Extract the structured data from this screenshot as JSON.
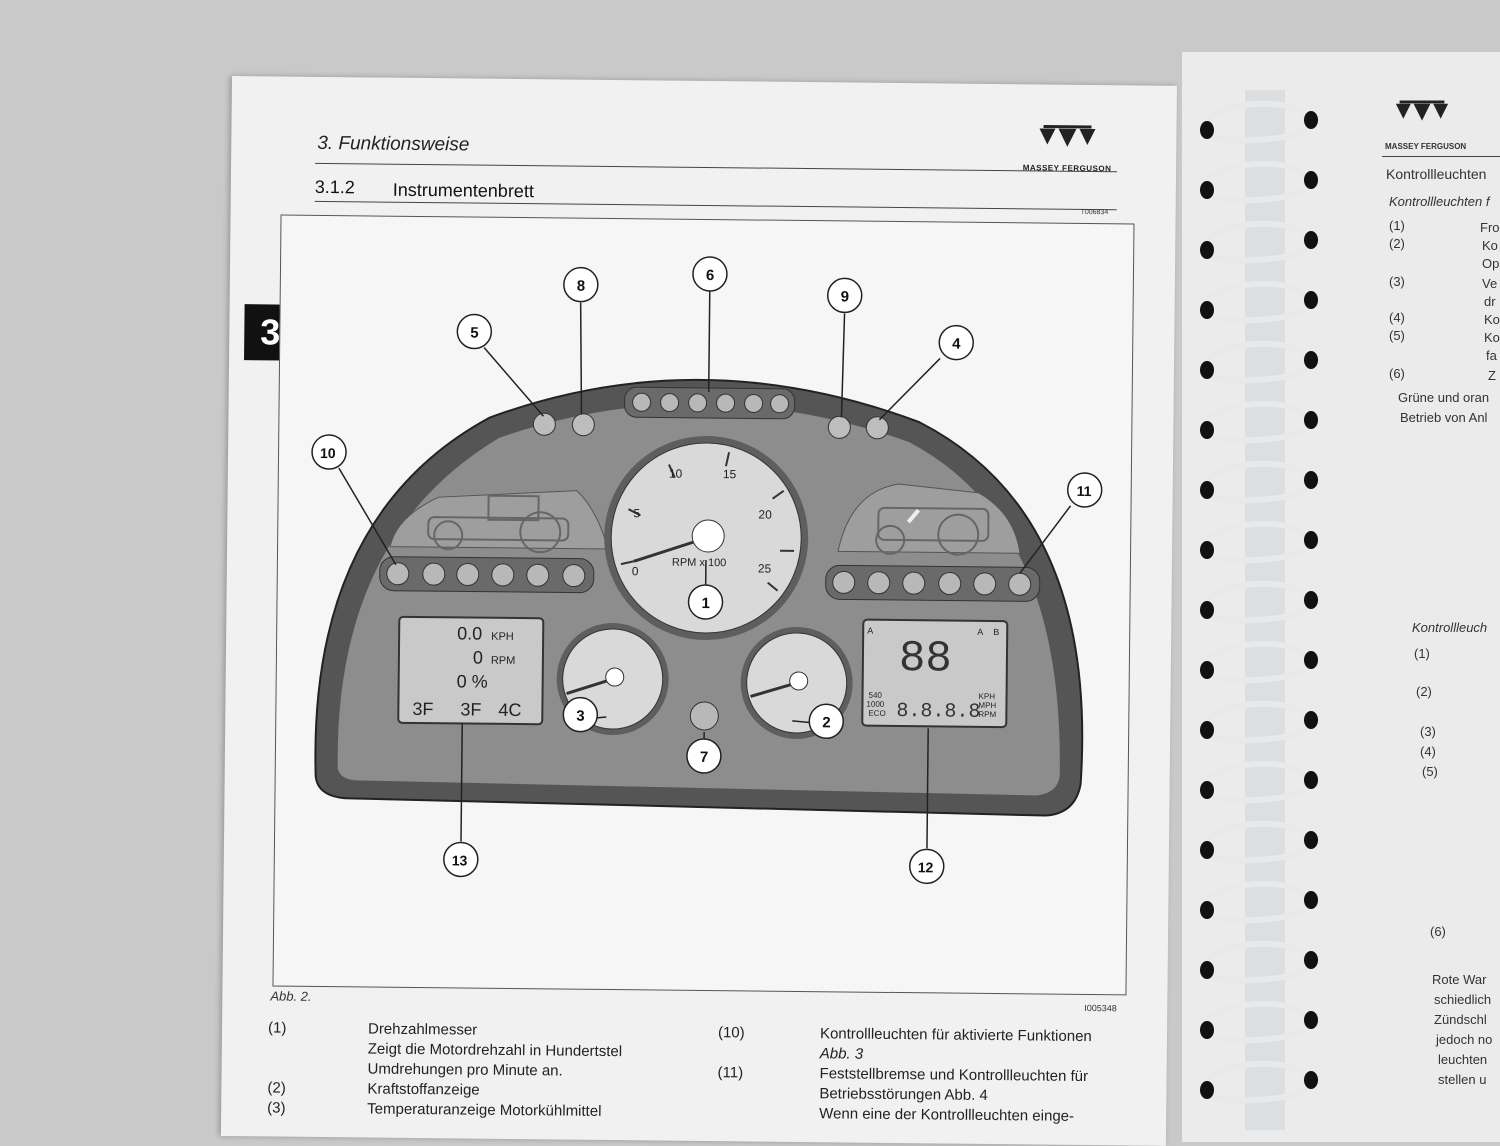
{
  "header": {
    "chapter_title": "3. Funktionsweise",
    "brand": "MASSEY FERGUSON",
    "section_number": "3.1.2",
    "section_title": "Instrumentenbrett",
    "ref_code": "T006834"
  },
  "chapter_tab": "3",
  "figure": {
    "caption": "Abb. 2.",
    "ref": "I005348",
    "callouts": [
      "1",
      "2",
      "3",
      "4",
      "5",
      "6",
      "7",
      "8",
      "9",
      "10",
      "11",
      "12",
      "13"
    ],
    "tacho": {
      "ticks": [
        "0",
        "5",
        "10",
        "15",
        "20",
        "25"
      ],
      "label": "RPM x 100"
    },
    "lcd_left": {
      "speed": "0.0",
      "speed_unit": "KPH",
      "rpm": "0",
      "rpm_unit": "RPM",
      "percent": "0 %",
      "gear_a": "3F",
      "gear_b": "3F",
      "gear_c": "4C"
    },
    "lcd_right": {
      "big_digits": "88",
      "small_digits": "8.8.8.8",
      "units": [
        "KPH",
        "MPH",
        "RPM"
      ],
      "pto": [
        "540",
        "1000",
        "ECO"
      ],
      "mode_a": "A",
      "mode_b": "A",
      "mode_c": "B"
    }
  },
  "legend": [
    {
      "num": "(1)",
      "lines": [
        "Drehzahlmesser",
        "Zeigt die Motordrehzahl in Hundertstel",
        "Umdrehungen pro Minute an."
      ]
    },
    {
      "num": "(2)",
      "lines": [
        "Kraftstoffanzeige"
      ]
    },
    {
      "num": "(3)",
      "lines": [
        "Temperaturanzeige Motorkühlmittel"
      ]
    },
    {
      "num": "(10)",
      "lines": [
        "Kontrollleuchten für aktivierte Funktionen",
        "Abb. 3"
      ]
    },
    {
      "num": "(11)",
      "lines": [
        "Feststellbremse und Kontrollleuchten für",
        "Betriebsstörungen Abb. 4",
        "Wenn eine der Kontrollleuchten einge-"
      ]
    }
  ],
  "right_page": {
    "brand": "MASSEY FERGUSON",
    "heading": "Kontrollleuchten",
    "subheading": "Kontrollleuchten f",
    "items_top": [
      {
        "num": "(1)",
        "text": "Fro"
      },
      {
        "num": "(2)",
        "text": "Ko"
      },
      {
        "num": "",
        "text": "Op"
      },
      {
        "num": "(3)",
        "text": "Ve"
      },
      {
        "num": "",
        "text": "dr"
      },
      {
        "num": "(4)",
        "text": "Ko"
      },
      {
        "num": "(5)",
        "text": "Ko"
      },
      {
        "num": "",
        "text": "fa"
      },
      {
        "num": "(6)",
        "text": "Z"
      }
    ],
    "para1": [
      "Grüne und oran",
      "Betrieb von Anl"
    ],
    "subheading2": "Kontrollleuch",
    "items_mid": [
      "(1)",
      "(2)",
      "(3)",
      "(4)",
      "(5)",
      "(6)"
    ],
    "para2": [
      "Rote War",
      "schiedlich",
      "Zündschl",
      "jedoch no",
      "leuchten",
      "stellen u"
    ]
  },
  "colors": {
    "cluster": "#555555",
    "panel": "#9a9a9a",
    "gauge": "#d9d9d9",
    "paper": "#f1f1f1"
  }
}
